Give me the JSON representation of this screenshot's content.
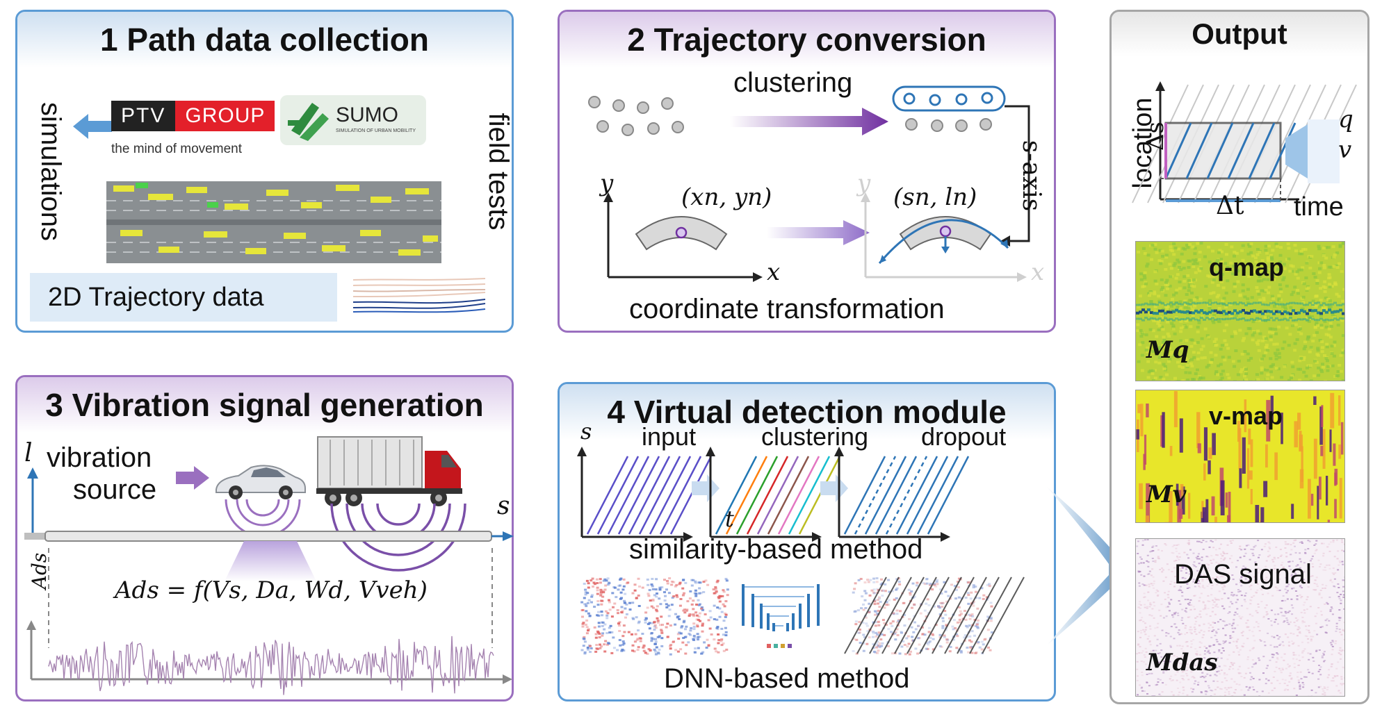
{
  "panels": {
    "p1": {
      "title": "1 Path data collection",
      "left_label": "simulations",
      "right_label": "field tests",
      "ptv_left": "PTV",
      "ptv_right": "GROUP",
      "ptv_tagline": "the mind of movement",
      "sumo_name": "SUMO",
      "sumo_tagline": "SIMULATION OF URBAN MOBILITY",
      "box_label": "2D Trajectory data"
    },
    "p2": {
      "title": "2 Trajectory conversion",
      "clustering": "clustering",
      "s_axis": "s-axis",
      "coord_xy": "(xn, yn)",
      "coord_sl": "(sn, ln)",
      "y_axis": "y",
      "x_axis": "x",
      "caption": "coordinate transformation"
    },
    "p3": {
      "title": "3 Vibration signal generation",
      "l_axis": "l",
      "s_axis": "s",
      "source_label_1": "vibration",
      "source_label_2": "source",
      "a_axis": "Ads",
      "formula": "Ads = f(Vs, Da, Wd, Vveh)"
    },
    "p4": {
      "title": "4 Virtual detection module",
      "s_axis": "s",
      "t_axis": "t",
      "sub1": "input",
      "sub2": "clustering",
      "sub3": "dropout",
      "method1": "similarity-based method",
      "method2": "DNN-based method"
    },
    "out": {
      "title": "Output",
      "y_label": "location",
      "x_label": "time",
      "delta_s": "Δs",
      "delta_t": "Δt",
      "q_sym": "q",
      "v_sym": "v",
      "q_map": "q-map",
      "v_map": "v-map",
      "m_q": "Mq",
      "m_v": "Mv",
      "das": "DAS signal",
      "m_das": "Mdas"
    }
  },
  "colors": {
    "blue_accent": "#2e75b6",
    "purple_accent": "#7030a0",
    "panel_blue": "#5b9bd5",
    "panel_purple": "#9a6fbf",
    "ptv_red": "#e3202a",
    "sumo_green": "#2e8b3e"
  }
}
